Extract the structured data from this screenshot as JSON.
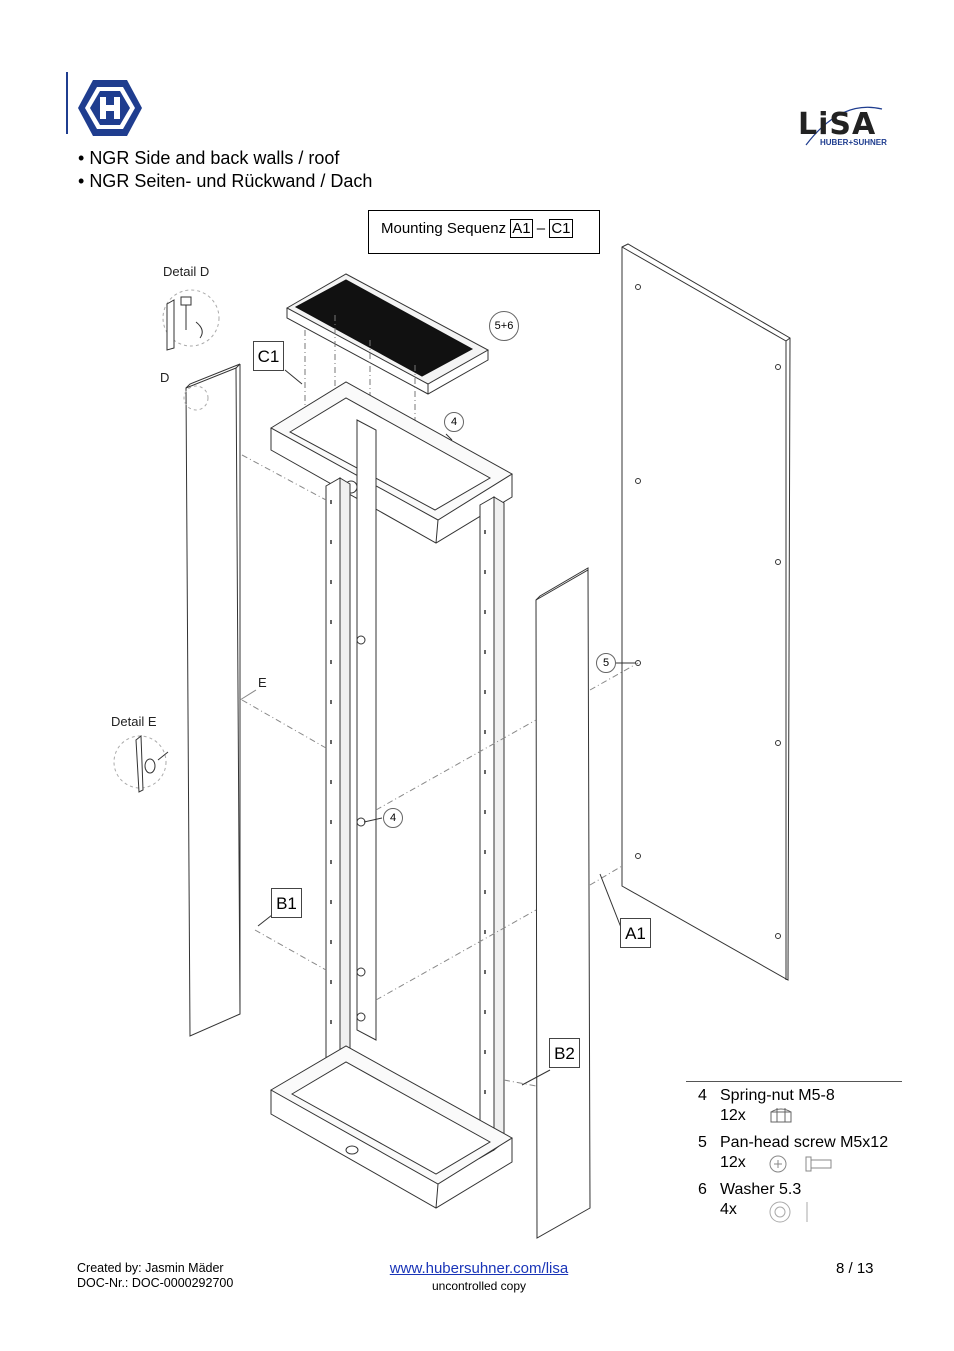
{
  "header": {
    "bullets": [
      "NGR Side and back walls / roof",
      "NGR Seiten- und Rückwand / Dach"
    ],
    "brand_logo_text": "LiSA",
    "brand_logo_subtext": "HUBER+SUHNER"
  },
  "sequence": {
    "prefix": "Mounting Sequenz",
    "start": "A1",
    "separator": "–",
    "end": "C1"
  },
  "drawing": {
    "detail_d_title": "Detail D",
    "detail_d_marker": "D",
    "detail_e_title": "Detail E",
    "detail_e_marker": "E",
    "callouts": {
      "c1": "C1",
      "b1": "B1",
      "b2": "B2",
      "a1": "A1"
    },
    "items": {
      "roof": "5+6",
      "top": "4",
      "mid": "4",
      "side": "5"
    }
  },
  "parts": [
    {
      "num": "4",
      "name": "Spring-nut M5-8",
      "qty": "12x",
      "icon": "spring-nut-icon"
    },
    {
      "num": "5",
      "name": "Pan-head screw M5x12",
      "qty": "12x",
      "icon": "screw-icon"
    },
    {
      "num": "6",
      "name": "Washer 5.3",
      "qty": "4x",
      "icon": "washer-icon"
    }
  ],
  "footer": {
    "created_by": "Created by: Jasmin Mäder",
    "doc_nr": "DOC-Nr.: DOC-0000292700",
    "url": "www.hubersuhner.com/lisa",
    "copy_note": "uncontrolled copy",
    "page": "8 / 13"
  },
  "colors": {
    "logo_blue": "#1f3d8f",
    "link": "#1a35b8"
  }
}
